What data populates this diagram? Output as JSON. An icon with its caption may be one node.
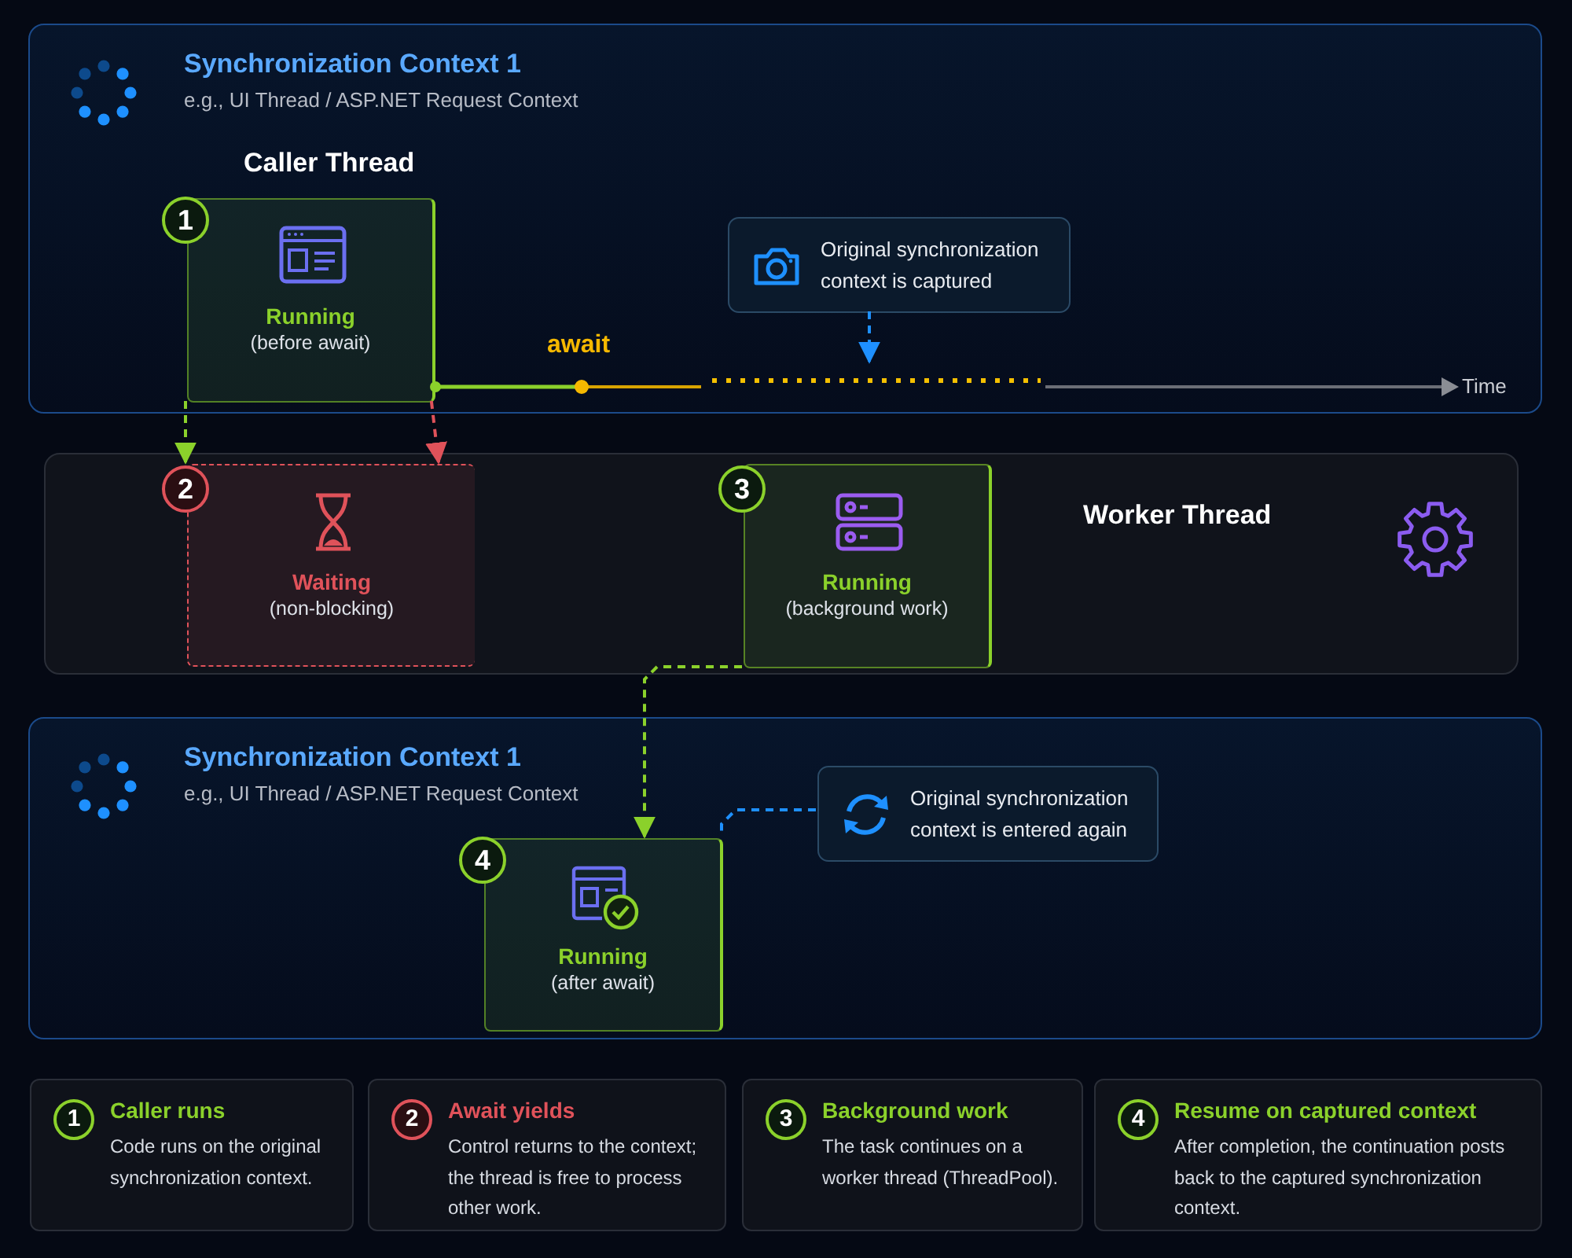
{
  "diagram": {
    "nodes": [
      {
        "text": [
          "Synchronization Context 1",
          "e.g., UI Thread / ASP.NET Request Context"
        ]
      },
      {
        "text": [
          "Running",
          "(before await)"
        ],
        "in": 0,
        "beside": [
          "1"
        ]
      },
      {
        "text": [
          "Original synchronization context is captured"
        ],
        "in": 0
      },
      {
        "text": [
          "Worker Thread"
        ]
      },
      {
        "text": [
          "Waiting",
          "(non-blocking)"
        ],
        "in": 3,
        "beside": [
          "2"
        ]
      },
      {
        "text": [
          "Running",
          "(background work)"
        ],
        "in": 3,
        "beside": [
          "3"
        ]
      },
      {
        "text": [
          "Synchronization Context 1",
          "e.g., UI Thread / ASP.NET Request Context"
        ]
      },
      {
        "text": [
          "Running",
          "(after await)"
        ],
        "in": 6,
        "beside": [
          "4"
        ]
      },
      {
        "text": [
          "Original synchronization context is entered again"
        ],
        "in": 6
      },
      {
        "text": [
          "1",
          "Caller runs",
          "Code runs on the original synchronization context."
        ]
      },
      {
        "text": [
          "2",
          "Await yields",
          "Control returns to the context; the thread is free to process other work."
        ]
      },
      {
        "text": [
          "3",
          "Background work",
          "The task continues on a worker thread (ThreadPool)."
        ]
      },
      {
        "text": [
          "4",
          "Resume on captured context",
          "After completion, the continuation posts back to the captured synchronization context."
        ]
      }
    ],
    "edges": [
      {
        "from": 1,
        "to": 4,
        "arrow": "to",
        "style": "dashed"
      },
      {
        "from": 1,
        "to": 4,
        "arrow": "to",
        "style": "dashed",
        "color": "#e0525a"
      },
      {
        "from": 2,
        "to": null,
        "arrow": "to",
        "style": "dashed",
        "color": "#1e90ff"
      },
      {
        "from": 5,
        "to": 7,
        "arrow": "to",
        "style": "dashed"
      },
      {
        "from": 8,
        "to": 7,
        "arrow": "none",
        "style": "dashed",
        "color": "#1e90ff"
      }
    ],
    "labels": [
      "Caller Thread",
      "await",
      "Time"
    ]
  }
}
